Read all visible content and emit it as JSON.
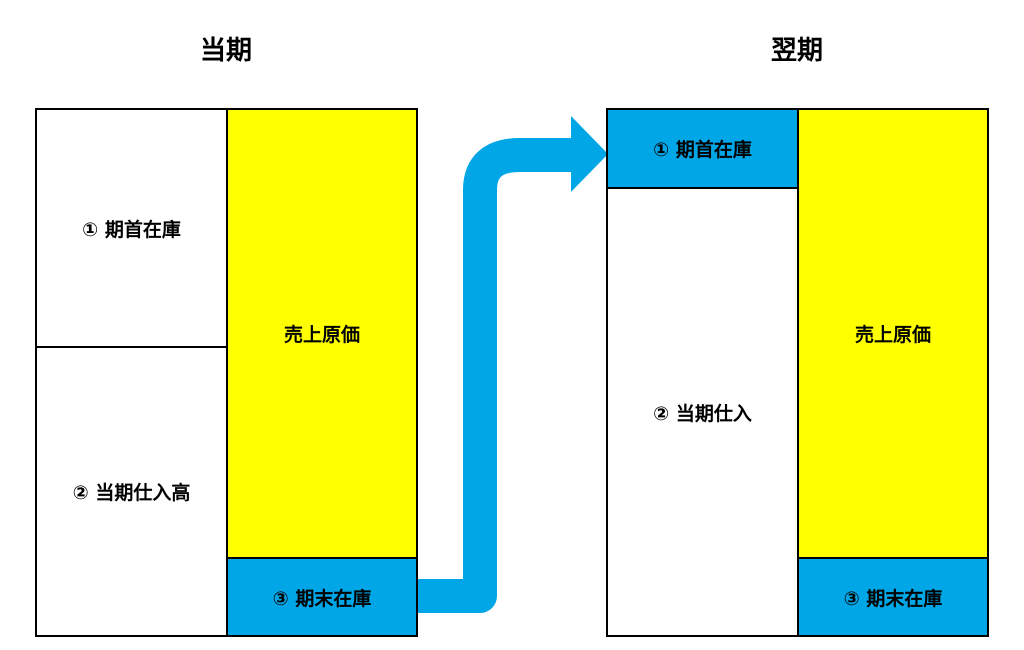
{
  "colors": {
    "cost": "#ffff00",
    "inventory": "#00a6e6",
    "blank": "#ffffff",
    "border": "#000000"
  },
  "current_period": {
    "title": "当期",
    "opening_inventory": "① 期首在庫",
    "purchases": "② 当期仕入高",
    "cost_of_sales": "売上原価",
    "ending_inventory": "③ 期末在庫"
  },
  "next_period": {
    "title": "翌期",
    "opening_inventory": "① 期首在庫",
    "purchases": "② 当期仕入",
    "cost_of_sales": "売上原価",
    "ending_inventory": "③ 期末在庫"
  },
  "arrow": {
    "icon": "curved-arrow-icon",
    "from": "current_period.ending_inventory",
    "to": "next_period.opening_inventory"
  }
}
